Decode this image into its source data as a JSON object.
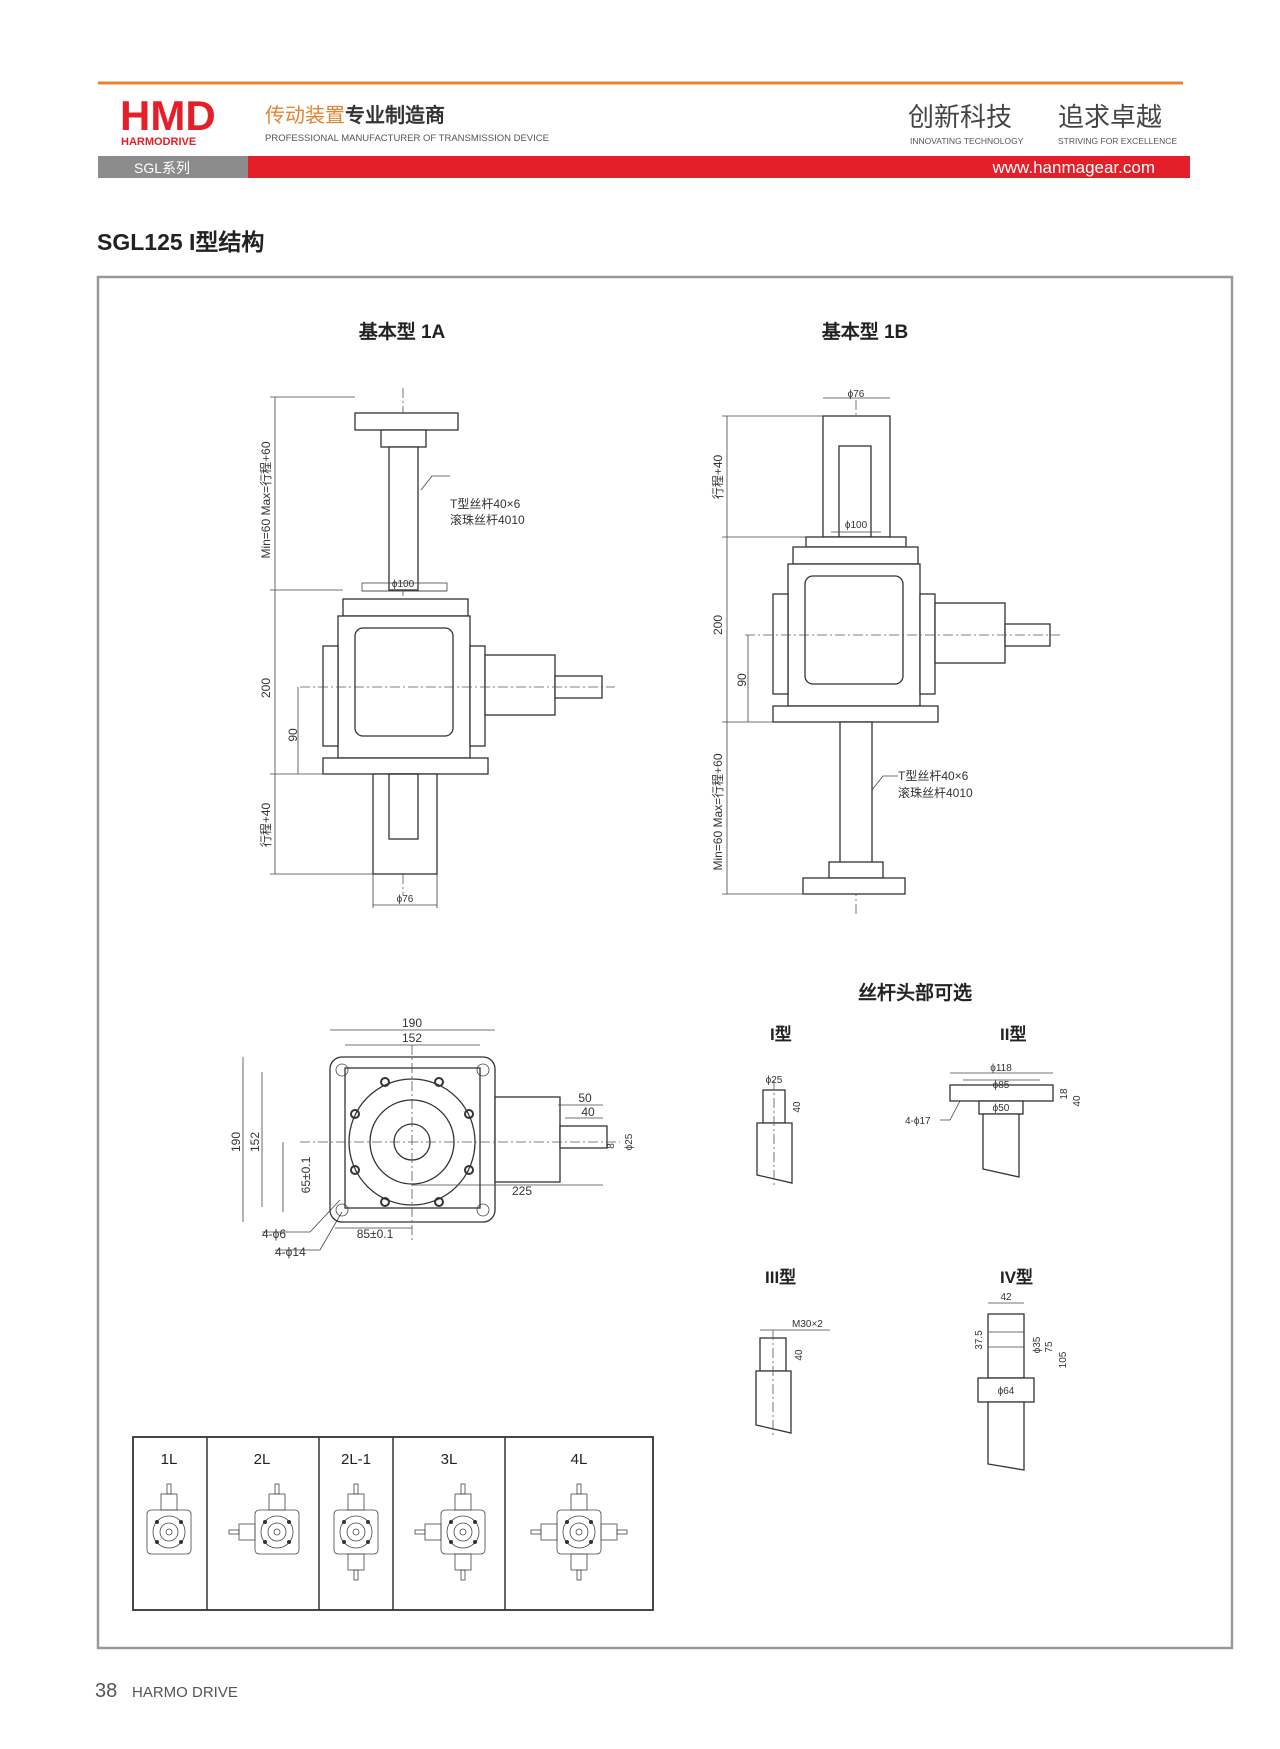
{
  "header": {
    "logo_text": "HMD",
    "logo_sub": "HARMODRIVE",
    "tagline_orange": "传动装置",
    "tagline_dark": "专业制造商",
    "tagline_en": "PROFESSIONAL MANUFACTURER OF TRANSMISSION DEVICE",
    "slogan_1": "创新科技",
    "slogan_1_en": "INNOVATING TECHNOLOGY",
    "slogan_2": "追求卓越",
    "slogan_2_en": "STRIVING FOR EXCELLENCE",
    "series": "SGL系列",
    "website": "www.hanmagear.com",
    "colors": {
      "orange": "#e8822e",
      "red": "#e3202a",
      "gray": "#8c8c8c"
    }
  },
  "page_title": "SGL125 I型结构",
  "drawing_1a": {
    "title": "基本型 1A",
    "dim_stroke_max": "Min=60  Max=行程+60",
    "dim_200": "200",
    "dim_90": "90",
    "dim_stroke_40": "行程+40",
    "dim_d100": "ϕ100",
    "dim_d76": "ϕ76",
    "screw_label_1": "T型丝杆40×6",
    "screw_label_2": "滚珠丝杆4010"
  },
  "drawing_1b": {
    "title": "基本型 1B",
    "dim_d76": "ϕ76",
    "dim_stroke_40": "行程+40",
    "dim_d100": "ϕ100",
    "dim_200": "200",
    "dim_90": "90",
    "dim_stroke_max": "Min=60  Max=行程+60",
    "screw_label_1": "T型丝杆40×6",
    "screw_label_2": "滚珠丝杆4010"
  },
  "plan_view": {
    "dim_190_top": "190",
    "dim_152_top": "152",
    "dim_190_left": "190",
    "dim_152_left": "152",
    "dim_65": "65±0.1",
    "dim_85": "85±0.1",
    "dim_50": "50",
    "dim_40": "40",
    "dim_8": "8",
    "dim_d25": "ϕ25",
    "dim_225": "225",
    "holes_small": "4-ϕ6",
    "holes_large": "4-ϕ14"
  },
  "head_options": {
    "title": "丝杆头部可选",
    "type1": {
      "label": "I型",
      "d": "ϕ25",
      "h": "40"
    },
    "type2": {
      "label": "II型",
      "d118": "ϕ118",
      "d85": "ϕ85",
      "d50": "ϕ50",
      "h18": "18",
      "h40": "40",
      "holes": "4-ϕ17"
    },
    "type3": {
      "label": "III型",
      "thread": "M30×2",
      "h": "40"
    },
    "type4": {
      "label": "IV型",
      "w": "42",
      "h375": "37.5",
      "d35": "ϕ35",
      "h75": "75",
      "h105": "105",
      "d64": "ϕ64"
    }
  },
  "configs": [
    "1L",
    "2L",
    "2L-1",
    "3L",
    "4L"
  ],
  "footer": {
    "page": "38",
    "brand": "HARMO DRIVE"
  }
}
